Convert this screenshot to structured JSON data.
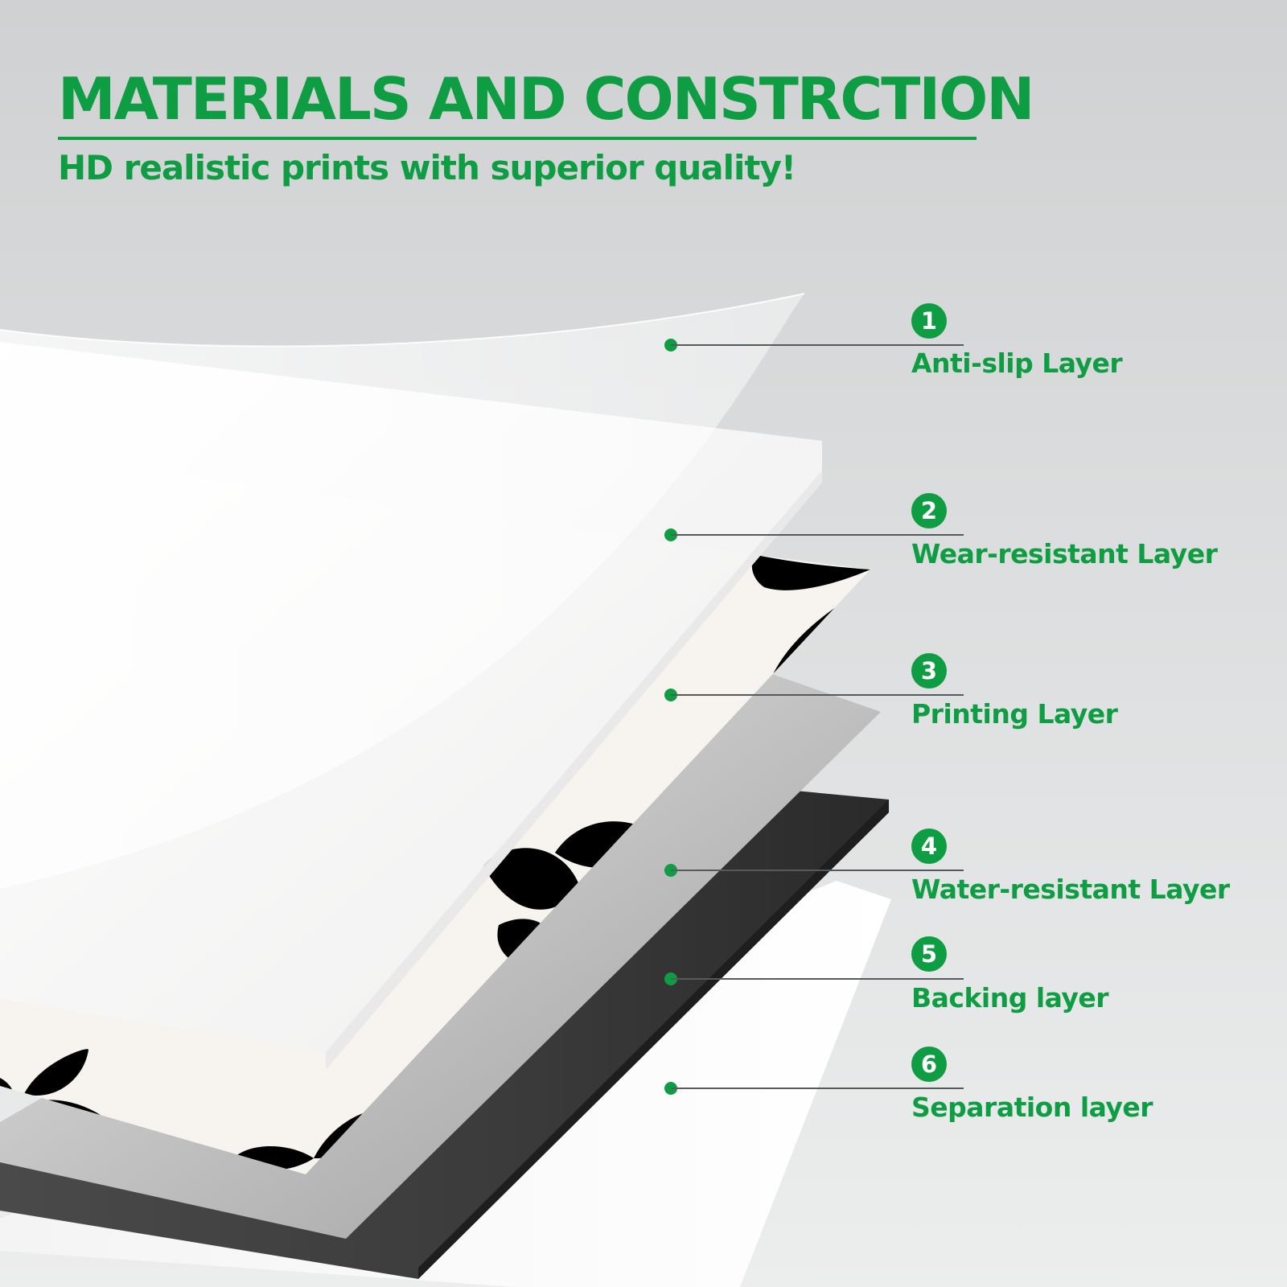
{
  "header": {
    "title": "MATERIALS AND CONSTRCTION",
    "subtitle": "HD realistic prints with superior quality!"
  },
  "colors": {
    "accent": "#0f9d44",
    "print_pattern": "#000000",
    "print_base": "#f7f3ee",
    "dark_layer": "#3a3a3a"
  },
  "layers": [
    {
      "number": "1",
      "label": "Anti-slip Layer"
    },
    {
      "number": "2",
      "label": "Wear-resistant Layer"
    },
    {
      "number": "3",
      "label": "Printing Layer"
    },
    {
      "number": "4",
      "label": "Water-resistant Layer"
    },
    {
      "number": "5",
      "label": "Backing layer"
    },
    {
      "number": "6",
      "label": "Separation layer"
    }
  ]
}
